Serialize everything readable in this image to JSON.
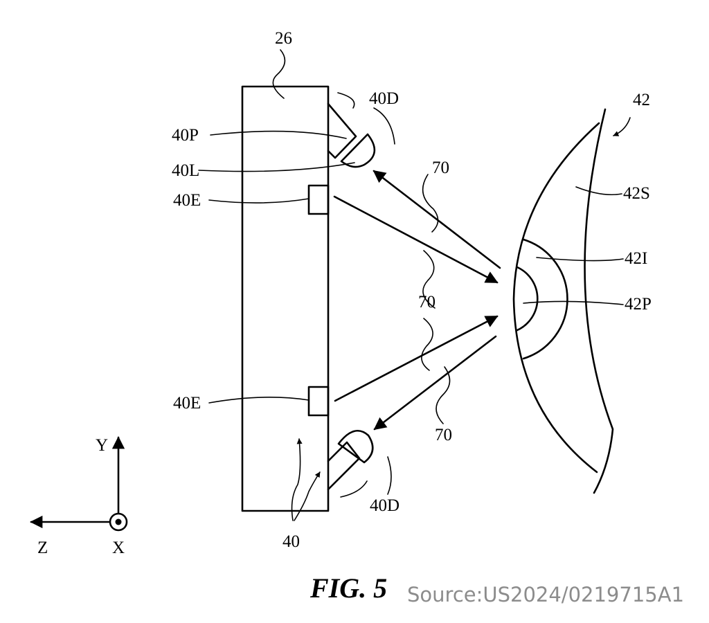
{
  "labels": {
    "device": "26",
    "eye": "42",
    "eye_surface": "42S",
    "iris": "42I",
    "pupil": "42P",
    "prism": "40P",
    "lens": "40L",
    "detector_top": "40D",
    "detector_bottom": "40D",
    "emitter_top": "40E",
    "emitter_bottom": "40E",
    "tracking_system": "40",
    "ray_1": "70",
    "ray_2": "70",
    "ray_3": "70"
  },
  "axes": {
    "y": "Y",
    "z": "Z",
    "x": "X"
  },
  "caption": "FIG. 5",
  "source": "Source:US2024/0219715A1"
}
